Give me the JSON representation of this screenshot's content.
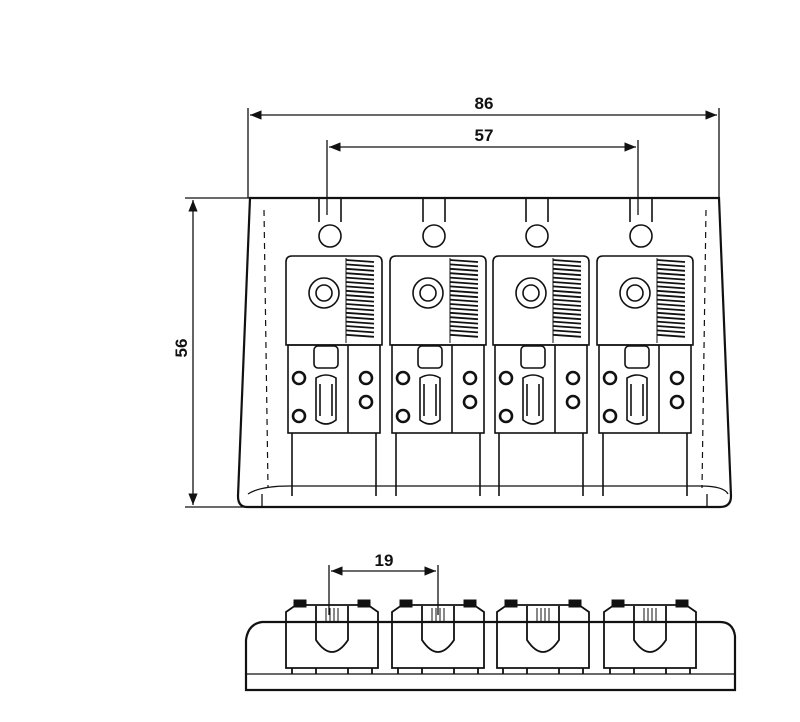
{
  "figure": {
    "dimensions": {
      "overall_width": "86",
      "string_span": "57",
      "height": "56",
      "string_spacing": "19"
    },
    "saddle_count": 4,
    "colors": {
      "line": "#111111",
      "background": "#ffffff"
    }
  }
}
